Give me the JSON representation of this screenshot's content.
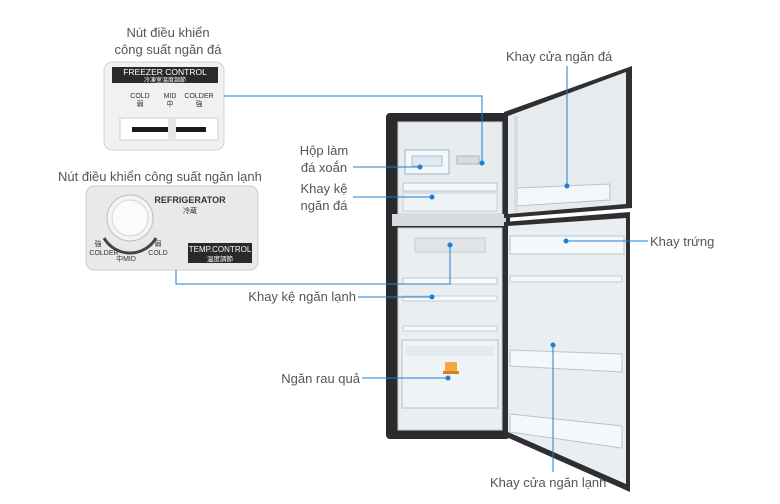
{
  "labels": {
    "freezer_control_title_line1": "Nút điều khiển",
    "freezer_control_title_line2": "công suất ngăn đá",
    "fridge_control_title": "Nút điều khiển công suất ngăn lạnh",
    "ice_tray_line1": "Hộp làm",
    "ice_tray_line2": "đá xoắn",
    "freezer_shelf_line1": "Khay kệ",
    "freezer_shelf_line2": "ngăn đá",
    "fridge_shelf": "Khay kệ ngăn lạnh",
    "veg_drawer": "Ngăn rau quả",
    "freezer_door_tray": "Khay cửa ngăn đá",
    "egg_tray": "Khay trứng",
    "fridge_door_tray": "Khay cửa ngăn lạnh"
  },
  "freezer_panel": {
    "title": "FREEZER CONTROL",
    "subtitle": "冷凍室温度調節",
    "cold": "COLD",
    "cold_cjk": "弱",
    "mid": "MID",
    "mid_cjk": "中",
    "colder": "COLDER",
    "colder_cjk": "強"
  },
  "fridge_panel": {
    "title": "REFRIGERATOR",
    "title_cjk": "冷蔵",
    "temp_title": "TEMP.CONTROL",
    "temp_cjk": "温度調節",
    "colder_cjk": "強",
    "colder": "COLDER",
    "mid_cjk": "中",
    "mid": "MID",
    "cold_cjk": "弱",
    "cold": "COLD"
  },
  "colors": {
    "leader_line": "#1e7fd0",
    "fridge_body": "#2b2b2d",
    "interior": "#e9eef1"
  }
}
